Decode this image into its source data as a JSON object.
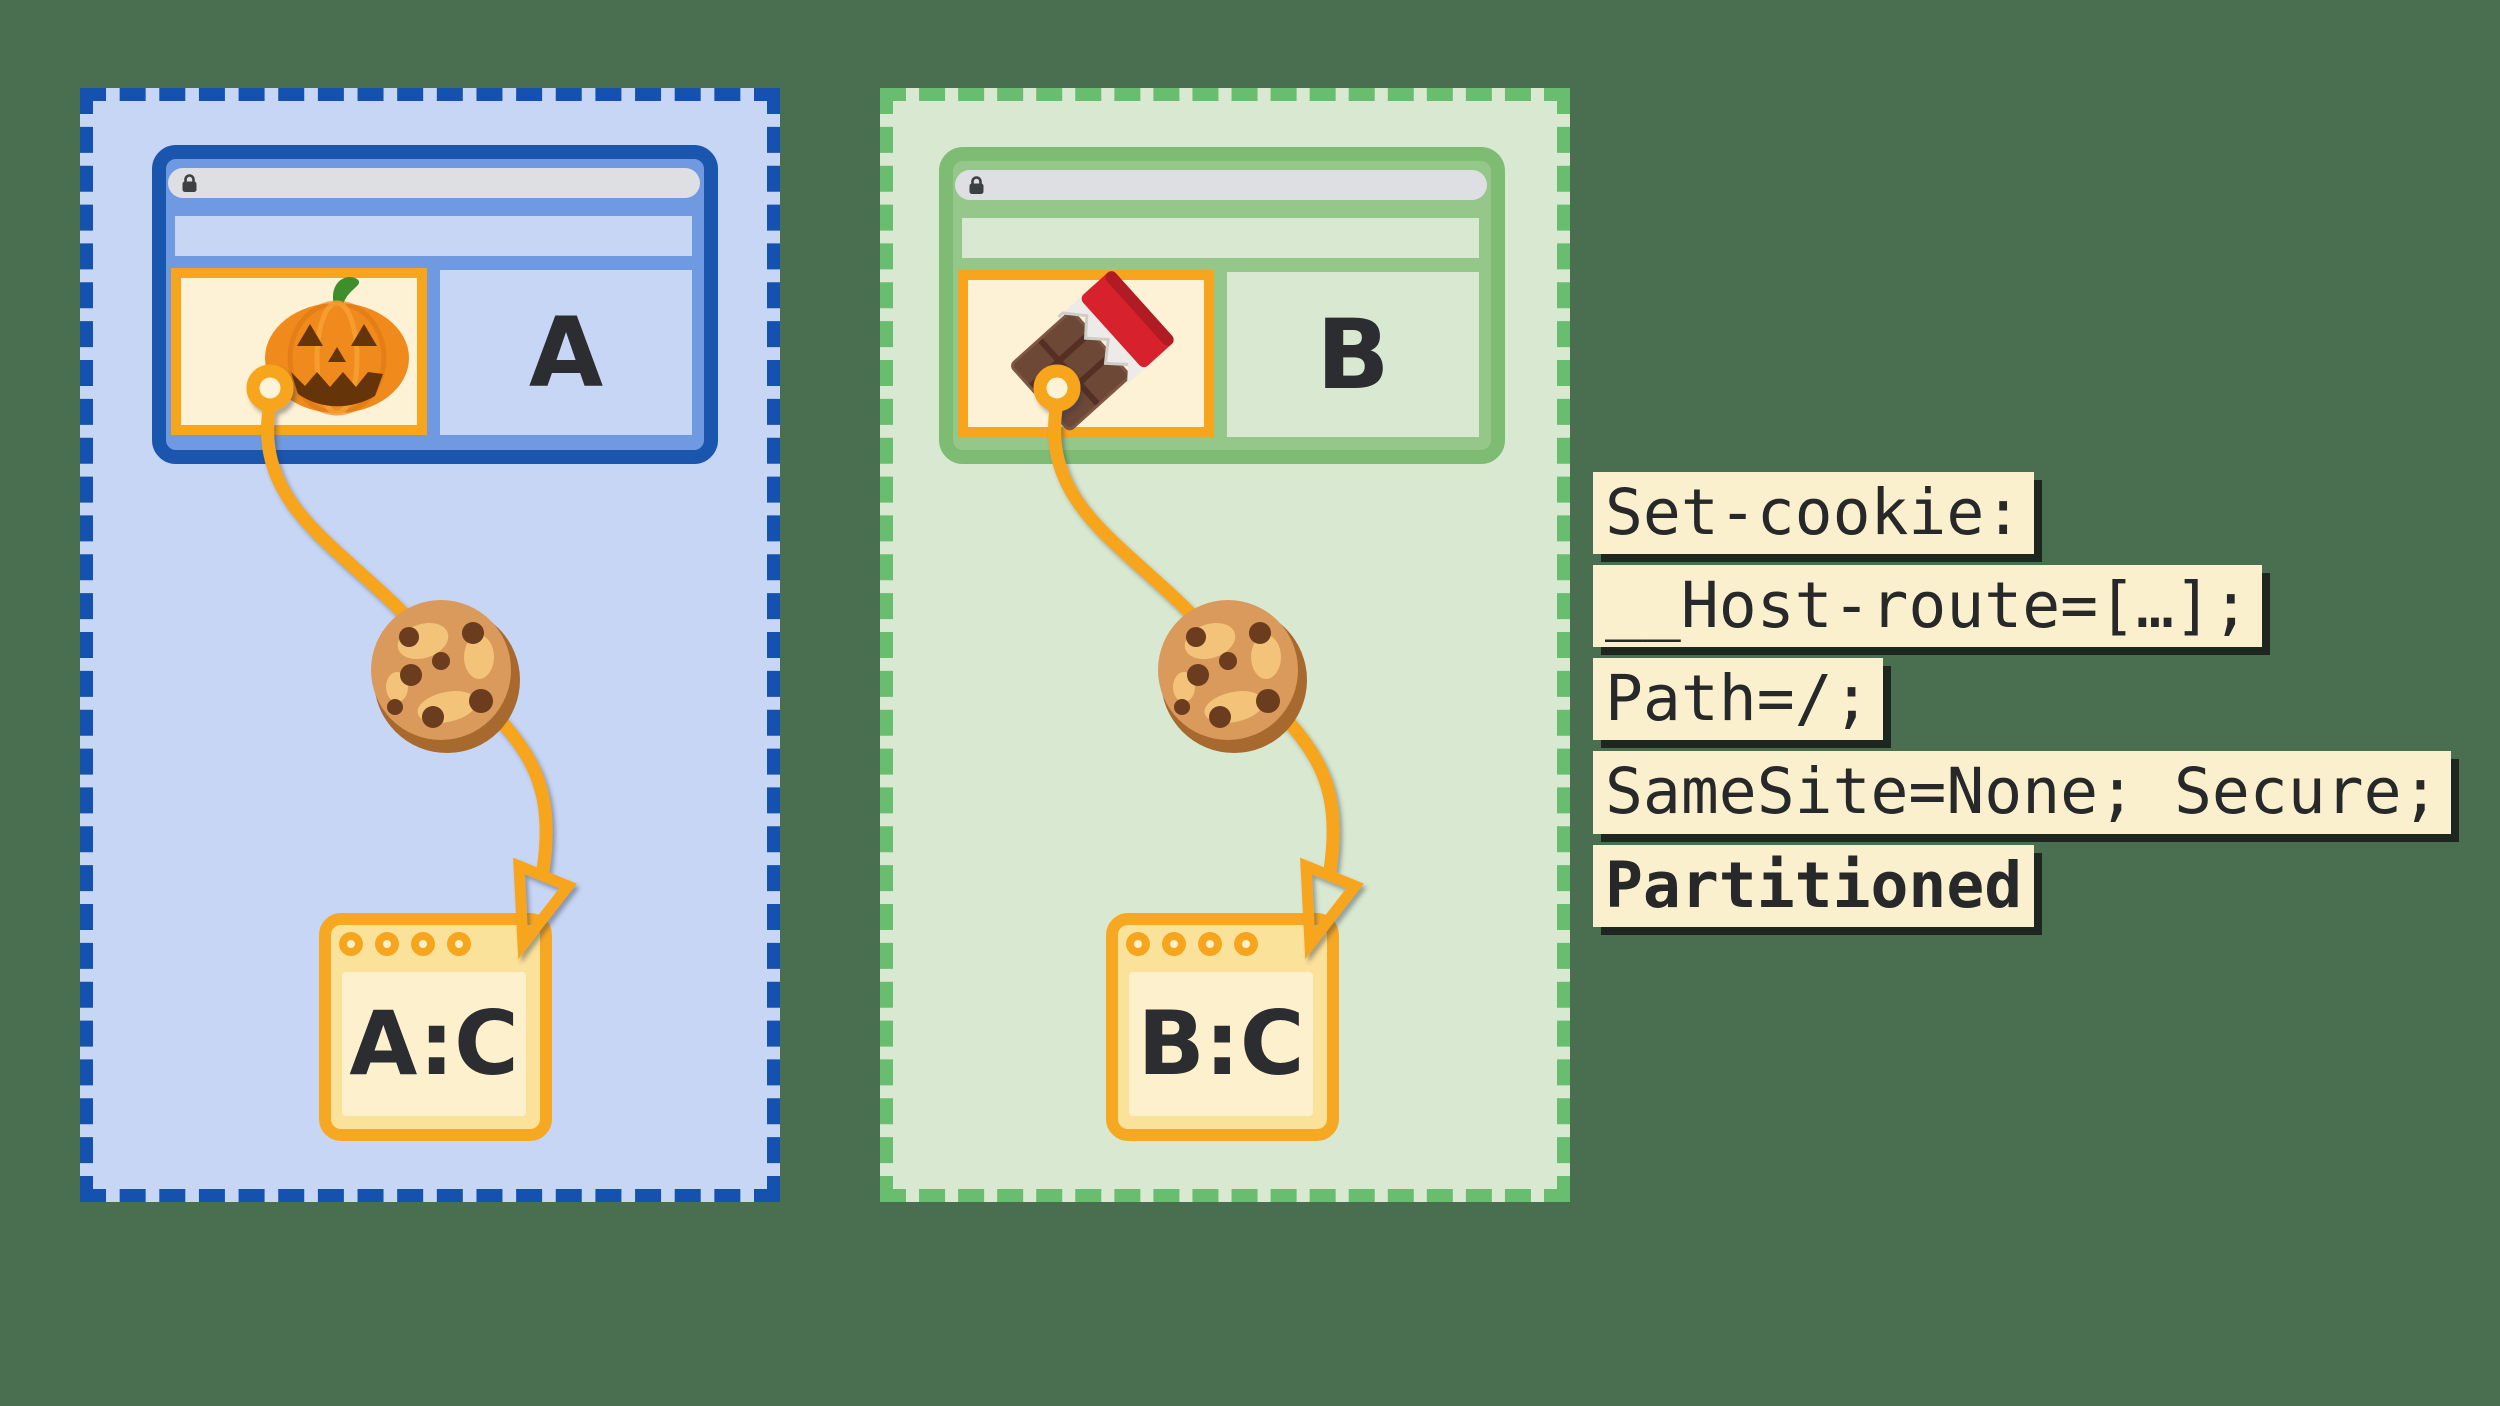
{
  "colors": {
    "bg": "#496F50",
    "blue-dash": "#1552B0",
    "blue-panel": "#C7D6F5",
    "blue-window-border": "#1A56AD",
    "blue-window-fill": "#6F9AE1",
    "green-dash": "#68BD6E",
    "green-panel": "#D8E8D1",
    "green-window-border": "#7EBB73",
    "green-window-fill": "#95C68A",
    "urlbar": "#DEDFE3",
    "lock": "#3C4043",
    "orange": "#F7A51D",
    "iframe-fill": "#FDF2D6",
    "store-border": "#F7A823",
    "store-header": "#FBE29A",
    "store-inner": "#FDF0CC",
    "ink": "#2B2D30",
    "code-bg": "#FBF0CD",
    "code-ink": "#26282A",
    "code-shadow": "rgba(15,15,15,0.75)"
  },
  "icons": {
    "url_bar_icon": "lock-icon",
    "iframe_a_icon": "jack-o-lantern-pumpkin",
    "iframe_b_icon": "chocolate-bar",
    "connector_icon": "chocolate-chip-cookie",
    "arrow_icon": "open-triangle-arrowhead"
  },
  "panels": [
    {
      "name": "partition-site-a",
      "top_level_site_label": "A",
      "partition_key_label": "A:C"
    },
    {
      "name": "partition-site-b",
      "top_level_site_label": "B",
      "partition_key_label": "B:C"
    }
  ],
  "code_block": {
    "lines": [
      {
        "text": "Set-cookie:",
        "bold": false
      },
      {
        "text": "__Host-route=[…];",
        "bold": false
      },
      {
        "text": "Path=/;",
        "bold": false
      },
      {
        "text": "SameSite=None; Secure;",
        "bold": false
      },
      {
        "text": "Partitioned",
        "bold": true
      }
    ]
  }
}
